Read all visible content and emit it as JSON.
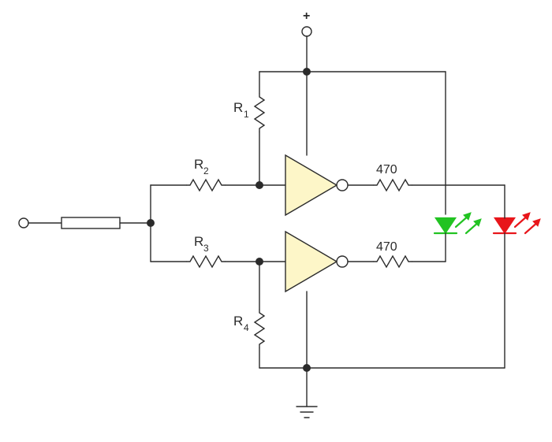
{
  "labels": {
    "supply": "+",
    "r1": {
      "letter": "R",
      "index": "1"
    },
    "r2": {
      "letter": "R",
      "index": "2"
    },
    "r3": {
      "letter": "R",
      "index": "3"
    },
    "r4": {
      "letter": "R",
      "index": "4"
    },
    "res_top": "470",
    "res_bottom": "470"
  },
  "colors": {
    "wire": "#2b2b2b",
    "buffer_fill": "#fdf6c8",
    "led_green": "#22c322",
    "led_red": "#e8161b"
  },
  "icons": {
    "buffer": "inverter-icon",
    "led_green": "green-led-icon",
    "led_red": "red-led-icon",
    "ground": "ground-icon"
  }
}
